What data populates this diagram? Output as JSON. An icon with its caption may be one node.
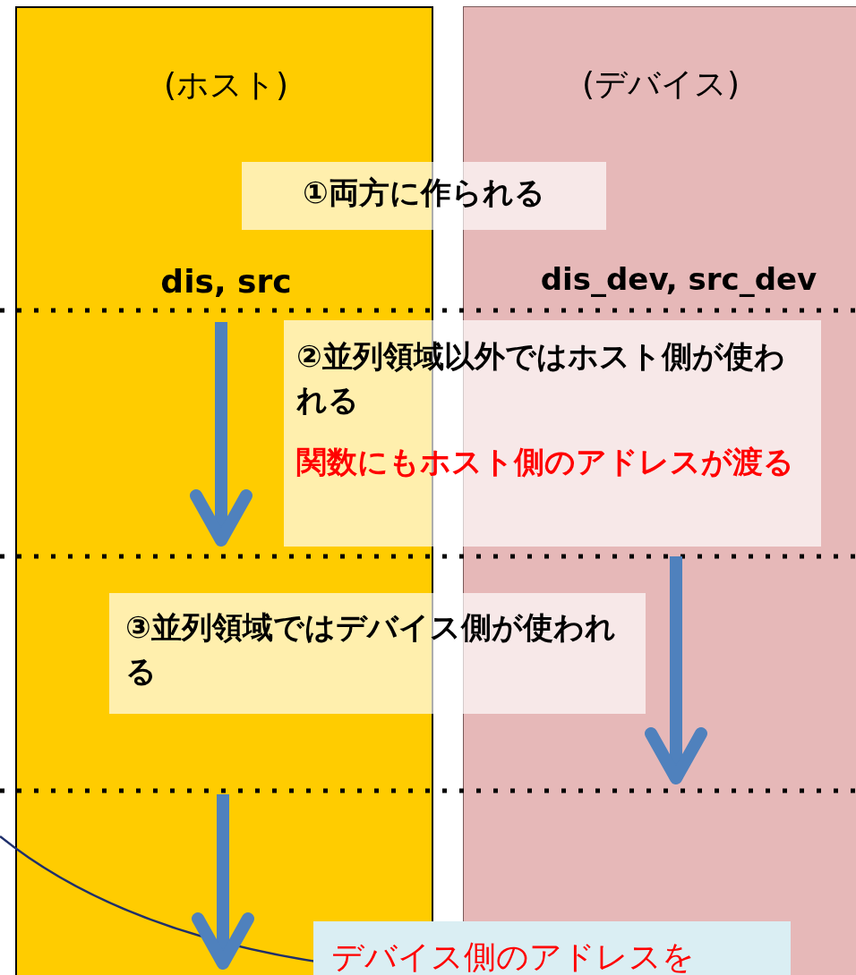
{
  "diagram": {
    "nodes": [
      {
        "text": [
          "(ホスト)",
          "dis, src"
        ]
      },
      {
        "text": [
          "(デバイス)",
          "dis_dev, src_dev"
        ]
      },
      {
        "text": [
          "①両方に作られる"
        ]
      },
      {
        "text": [
          "②並列領域以外ではホスト側が使われる",
          "関数にもホスト側のアドレスが渡る"
        ]
      },
      {
        "text": [
          "③並列領域ではデバイス側が使われる"
        ]
      },
      {
        "text": [
          "デバイス側のアドレスを"
        ]
      }
    ],
    "edges": []
  }
}
